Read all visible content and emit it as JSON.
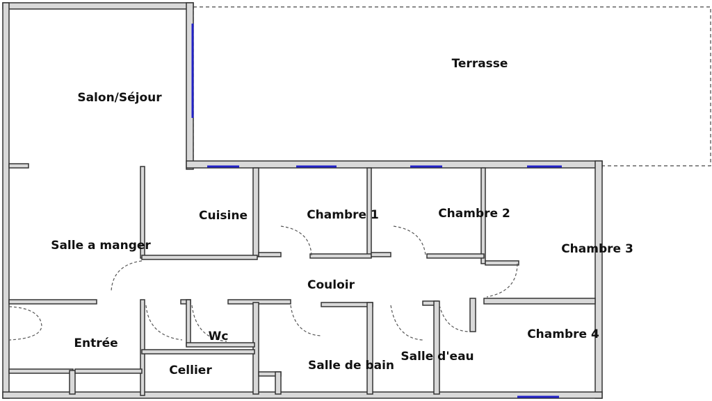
{
  "rooms": {
    "terrasse": "Terrasse",
    "salon": "Salon/Séjour",
    "salle_a_manger": "Salle a manger",
    "cuisine": "Cuisine",
    "chambre1": "Chambre 1",
    "chambre2": "Chambre 2",
    "chambre3": "Chambre 3",
    "chambre4": "Chambre 4",
    "couloir": "Couloir",
    "entree": "Entrée",
    "wc": "Wc",
    "cellier": "Cellier",
    "salle_de_bain": "Salle de bain",
    "salle_eau": "Salle d'eau"
  },
  "colors": {
    "wall_fill": "#d9d9d9",
    "wall_outline": "#333333",
    "window": "#2323c8",
    "text": "#111111"
  }
}
